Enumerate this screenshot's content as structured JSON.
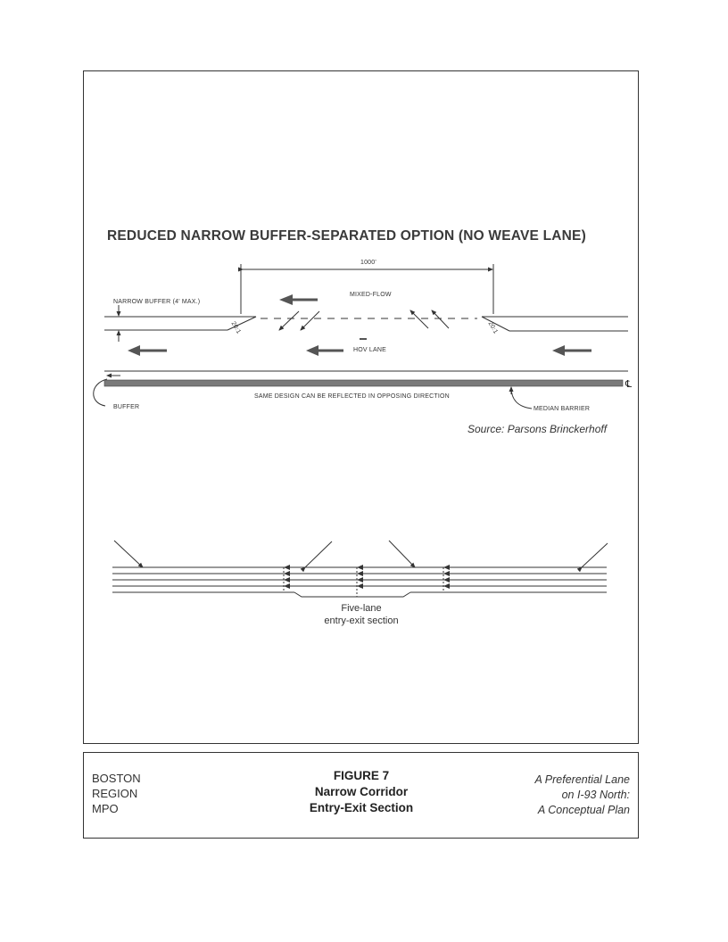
{
  "diagram1": {
    "title": "REDUCED NARROW BUFFER-SEPARATED OPTION (NO WEAVE LANE)",
    "dimension": "1000'",
    "mixed_flow": "MIXED-FLOW",
    "narrow_buffer": "NARROW BUFFER (4' MAX.)",
    "taper_left": "20:1",
    "taper_right": "20:1",
    "hov_lane": "HOV LANE",
    "reflect_note": "SAME DESIGN CAN BE REFLECTED IN OPPOSING DIRECTION",
    "buffer": "BUFFER",
    "median_barrier": "MEDIAN BARRIER",
    "centerline_symbol": "℄",
    "source": "Source: Parsons Brinckerhoff"
  },
  "diagram2": {
    "caption_line1": "Five-lane",
    "caption_line2": "entry-exit section"
  },
  "footer": {
    "org_line1": "BOSTON",
    "org_line2": "REGION",
    "org_line3": "MPO",
    "figure_number": "FIGURE 7",
    "figure_title1": "Narrow Corridor",
    "figure_title2": "Entry-Exit Section",
    "report_line1": "A Preferential Lane",
    "report_line2": "on I-93 North:",
    "report_line3": "A Conceptual Plan"
  }
}
